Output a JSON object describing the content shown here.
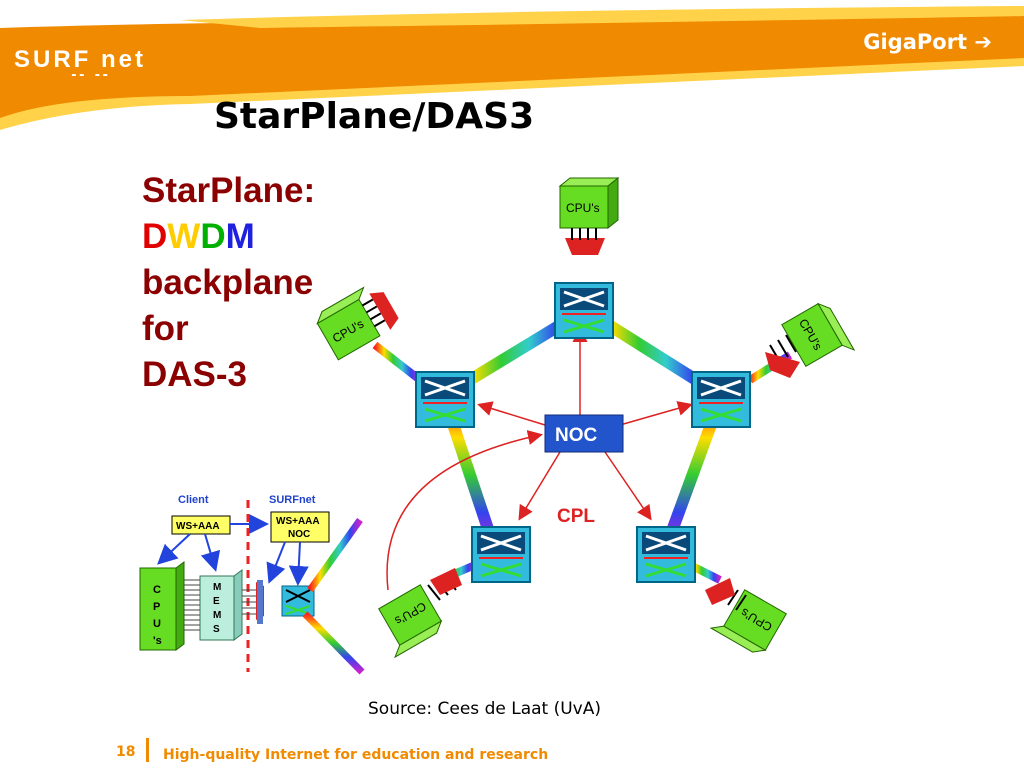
{
  "header": {
    "logo_text": "SURF net",
    "logo_mark": "-- --",
    "gigaport": "GigaPort ➔"
  },
  "slide": {
    "title": "StarPlane/DAS3",
    "subtitle_line1": "StarPlane:",
    "dwdm_letters": [
      "D",
      "W",
      "D",
      "M"
    ],
    "subtitle_line3": "backplane",
    "subtitle_line4": "for",
    "subtitle_line5": "DAS-3",
    "source": "Source: Cees de Laat (UvA)"
  },
  "colors": {
    "orange": "#f5a500",
    "dark_orange": "#f08a00",
    "title_red": "#8b0000",
    "dwdm": [
      "#e00000",
      "#ffcc00",
      "#00b000",
      "#2020e0"
    ],
    "cpu_green": "#66dd22",
    "noc_blue": "#2255cc",
    "arrow_red": "#dd2222"
  },
  "diagram": {
    "noc_label": "NOC",
    "cpl_label": "CPL",
    "cpu_label": "CPU's",
    "inset_client": "Client",
    "inset_surfnet": "SURFnet",
    "inset_ws_aaa": "WS+AAA",
    "inset_ws_aaa_noc_1": "WS+AAA",
    "inset_ws_aaa_noc_2": "NOC",
    "inset_cpus_letters": [
      "C",
      "P",
      "U",
      "'s"
    ],
    "inset_mems_letters": [
      "M",
      "E",
      "M",
      "S"
    ]
  },
  "footer": {
    "page_number": "18",
    "tagline": "High-quality Internet for education and research"
  }
}
